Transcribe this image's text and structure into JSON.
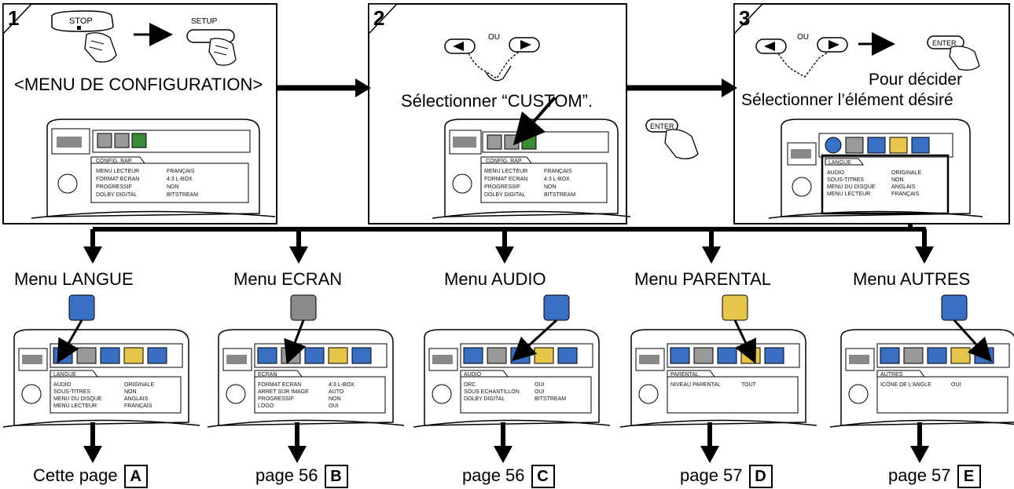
{
  "steps": [
    {
      "number": "1",
      "caption": "<MENU DE CONFIGURATION>",
      "stop_label": "STOP",
      "setup_label": "SETUP"
    },
    {
      "number": "2",
      "caption": "Sélectionner “CUSTOM”.",
      "or_label": "OU",
      "enter_label": "ENTER"
    },
    {
      "number": "3",
      "caption_line1": "Pour décider",
      "caption_line2": "Sélectionner l’élément désiré",
      "or_label": "OU",
      "enter_label": "ENTER"
    }
  ],
  "config_screen": {
    "tab": "CONFIG. RAP.",
    "rows": [
      {
        "label": "MENU LECTEUR",
        "value": "FRANÇAIS"
      },
      {
        "label": "FORMAT ECRAN",
        "value": "4:3 L-BOX"
      },
      {
        "label": "PROGRESSIF",
        "value": "NON"
      },
      {
        "label": "DOLBY DIGITAL",
        "value": "BITSTREAM"
      }
    ]
  },
  "langue_screen": {
    "tab": "LANGUE",
    "rows": [
      {
        "label": "AUDIO",
        "value": "ORIGINALE"
      },
      {
        "label": "SOUS-TITRES",
        "value": "NON"
      },
      {
        "label": "MENU DU DISQUE",
        "value": "ANGLAIS"
      },
      {
        "label": "MENU LECTEUR",
        "value": "FRANÇAIS"
      }
    ]
  },
  "menus": [
    {
      "title": "Menu LANGUE",
      "page": "Cette page",
      "letter": "A",
      "icon": "globe-abc-icon",
      "tab": "LANGUE",
      "rows": [
        {
          "label": "AUDIO",
          "value": "ORIGINALE"
        },
        {
          "label": "SOUS-TITRES",
          "value": "NON"
        },
        {
          "label": "MENU DU DISQUE",
          "value": "ANGLAIS"
        },
        {
          "label": "MENU LECTEUR",
          "value": "FRANÇAIS"
        }
      ]
    },
    {
      "title": "Menu ECRAN",
      "page": "page 56",
      "letter": "B",
      "icon": "tv-screen-icon",
      "tab": "ECRAN",
      "rows": [
        {
          "label": "FORMAT ECRAN",
          "value": "4:3 L-BOX"
        },
        {
          "label": "ARRET SUR IMAGE",
          "value": "AUTO"
        },
        {
          "label": "PROGRESSIF",
          "value": "NON"
        },
        {
          "label": "LOGO",
          "value": "OUI"
        }
      ]
    },
    {
      "title": "Menu AUDIO",
      "page": "page 56",
      "letter": "C",
      "icon": "music-note-icon",
      "tab": "AUDIO",
      "rows": [
        {
          "label": "DRC",
          "value": "OUI"
        },
        {
          "label": "SOUS ECHANTILLON",
          "value": "OUI"
        },
        {
          "label": "DOLBY DIGITAL",
          "value": "BITSTREAM"
        }
      ]
    },
    {
      "title": "Menu PARENTAL",
      "page": "page 57",
      "letter": "D",
      "icon": "padlock-icon",
      "tab": "PARENTAL",
      "rows": [
        {
          "label": "NIVEAU PARENTAL",
          "value": "TOUT"
        }
      ]
    },
    {
      "title": "Menu AUTRES",
      "page": "page 57",
      "letter": "E",
      "icon": "autres-etc-icon",
      "tab": "AUTRES",
      "rows": [
        {
          "label": "ICÔNE DE L'ANGLE",
          "value": "OUI"
        }
      ]
    }
  ],
  "colors": {
    "icon_bg": "#8a8a8a",
    "icon_blue": "#3a6fc4",
    "icon_green": "#3a8a3a",
    "icon_yellow": "#e6c64a"
  }
}
